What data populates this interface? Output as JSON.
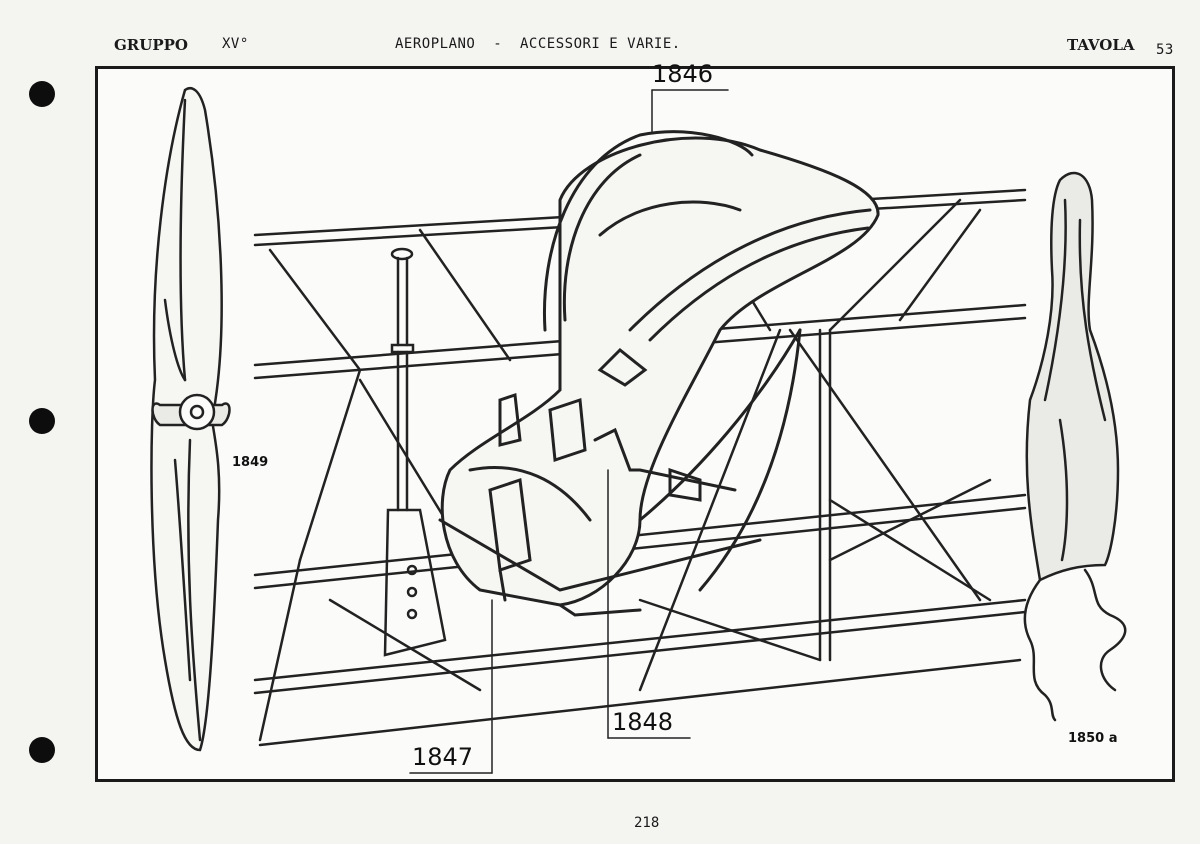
{
  "header": {
    "group_label": "GRUPPO",
    "group_number": "XV°",
    "title": "AEROPLANO  -  ACCESSORI E VARIE.",
    "plate_label": "TAVOLA",
    "plate_number": "53"
  },
  "references": {
    "seat": "1846",
    "harness_left": "1847",
    "harness_right": "1848",
    "propeller": "1849",
    "cover": "1850 a"
  },
  "footer": {
    "page_number": "218"
  }
}
